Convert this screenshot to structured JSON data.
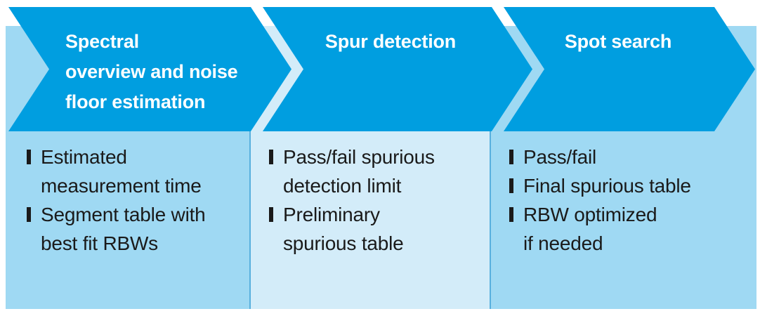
{
  "diagram": {
    "description": "Three-step measurement process flow",
    "colors": {
      "arrow_blue": "#009ee0",
      "panel_medium_blue": "#9fd9f3",
      "panel_light_blue": "#d3ecf9",
      "panel_divider_blue": "#58b0de",
      "title_text": "#ffffff",
      "body_text": "#1a1a1a",
      "background": "#ffffff"
    },
    "steps": [
      {
        "title": "Spectral\noverview and noise\nfloor estimation",
        "items": [
          "Estimated\nmeasurement time",
          "Segment table with\nbest fit RBWs"
        ]
      },
      {
        "title": "Spur detection",
        "items": [
          "Pass/fail spurious\ndetection limit",
          "Preliminary\nspurious table"
        ]
      },
      {
        "title": "Spot search",
        "items": [
          "Pass/fail",
          "Final spurious table",
          "RBW optimized\nif needed"
        ]
      }
    ]
  }
}
